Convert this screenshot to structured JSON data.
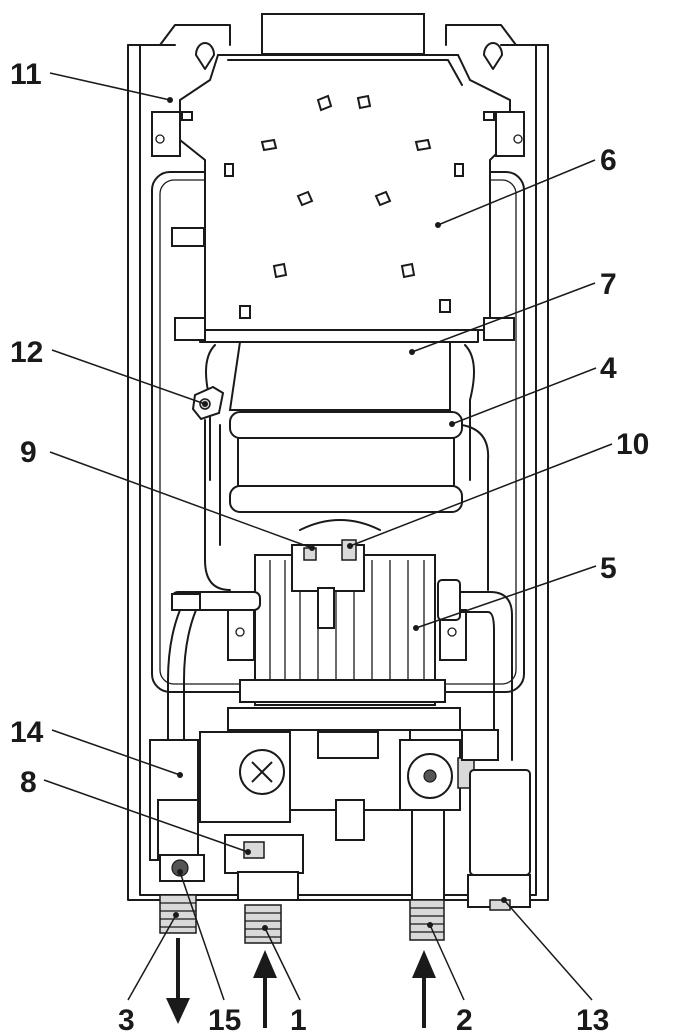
{
  "callouts": [
    {
      "id": "c11",
      "label": "11"
    },
    {
      "id": "c6",
      "label": "6"
    },
    {
      "id": "c7",
      "label": "7"
    },
    {
      "id": "c12",
      "label": "12"
    },
    {
      "id": "c4",
      "label": "4"
    },
    {
      "id": "c9",
      "label": "9"
    },
    {
      "id": "c10",
      "label": "10"
    },
    {
      "id": "c5",
      "label": "5"
    },
    {
      "id": "c14",
      "label": "14"
    },
    {
      "id": "c8",
      "label": "8"
    },
    {
      "id": "c3",
      "label": "3"
    },
    {
      "id": "c15",
      "label": "15"
    },
    {
      "id": "c1",
      "label": "1"
    },
    {
      "id": "c2",
      "label": "2"
    },
    {
      "id": "c13",
      "label": "13"
    }
  ],
  "flow_arrows": [
    {
      "at": "3",
      "direction": "down"
    },
    {
      "at": "1",
      "direction": "up"
    },
    {
      "at": "2",
      "direction": "up"
    }
  ],
  "line_color": "#1a1a1a"
}
